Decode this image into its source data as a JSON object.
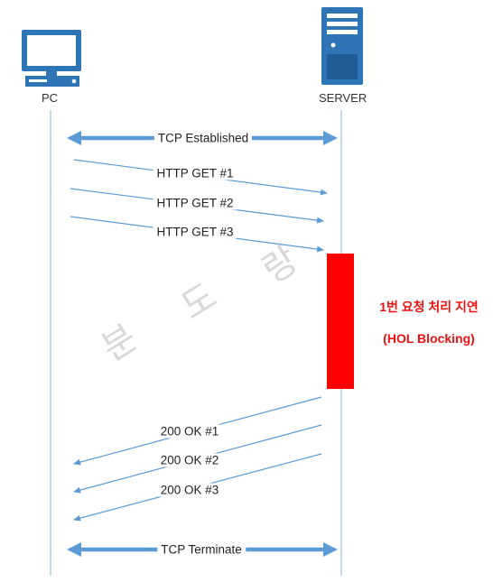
{
  "participants": {
    "client": {
      "label": "PC",
      "icon": "monitor-icon"
    },
    "server": {
      "label": "SERVER",
      "icon": "server-icon"
    }
  },
  "connection": {
    "established": "TCP Established",
    "terminate": "TCP Terminate"
  },
  "requests": [
    {
      "label": "HTTP GET #1"
    },
    {
      "label": "HTTP GET #2"
    },
    {
      "label": "HTTP GET #3"
    }
  ],
  "responses": [
    {
      "label": "200 OK #1"
    },
    {
      "label": "200 OK #2"
    },
    {
      "label": "200 OK #3"
    }
  ],
  "delay_note": {
    "line1": "1번 요청 처리 지연",
    "line2": "(HOL Blocking)"
  },
  "watermark": [
    "분",
    "도",
    "랑"
  ],
  "colors": {
    "arrow": "#5b9bd5",
    "icon": "#2e75b6",
    "lifeline": "#a9c6e2",
    "processing_bar": "#ff0000",
    "note_text": "#ee1111"
  }
}
